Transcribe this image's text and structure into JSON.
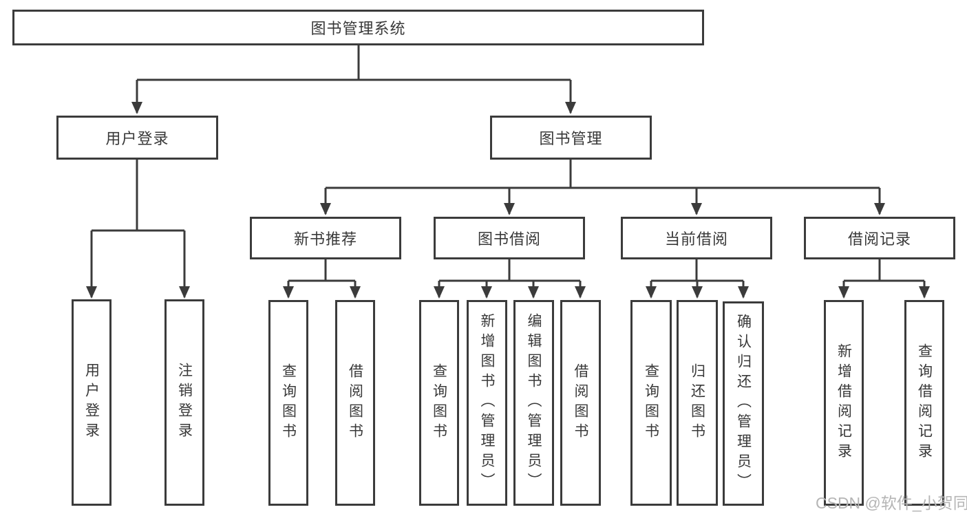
{
  "diagram_type": "functional-structure-tree",
  "colors": {
    "background": "#ffffff",
    "box_border": "#3b3b3b",
    "box_fill": "#ffffff",
    "line": "#3b3b3b",
    "text": "#383838",
    "watermark": "#b5b5b5"
  },
  "tree": {
    "label": "图书管理系统",
    "children": [
      {
        "label": "用户登录",
        "children": [
          {
            "label": "用户登录"
          },
          {
            "label": "注销登录"
          }
        ]
      },
      {
        "label": "图书管理",
        "children": [
          {
            "label": "新书推荐",
            "children": [
              {
                "label": "查询图书"
              },
              {
                "label": "借阅图书"
              }
            ]
          },
          {
            "label": "图书借阅",
            "children": [
              {
                "label": "查询图书"
              },
              {
                "label": "新增图书（管理员）"
              },
              {
                "label": "编辑图书（管理员）"
              },
              {
                "label": "借阅图书"
              }
            ]
          },
          {
            "label": "当前借阅",
            "children": [
              {
                "label": "查询图书"
              },
              {
                "label": "归还图书"
              },
              {
                "label": "确认归还（管理员）"
              }
            ]
          },
          {
            "label": "借阅记录",
            "children": [
              {
                "label": "新增借阅记录"
              },
              {
                "label": "查询借阅记录"
              }
            ]
          }
        ]
      }
    ]
  },
  "watermark": {
    "text": "CSDN @软件_小贺同学"
  }
}
